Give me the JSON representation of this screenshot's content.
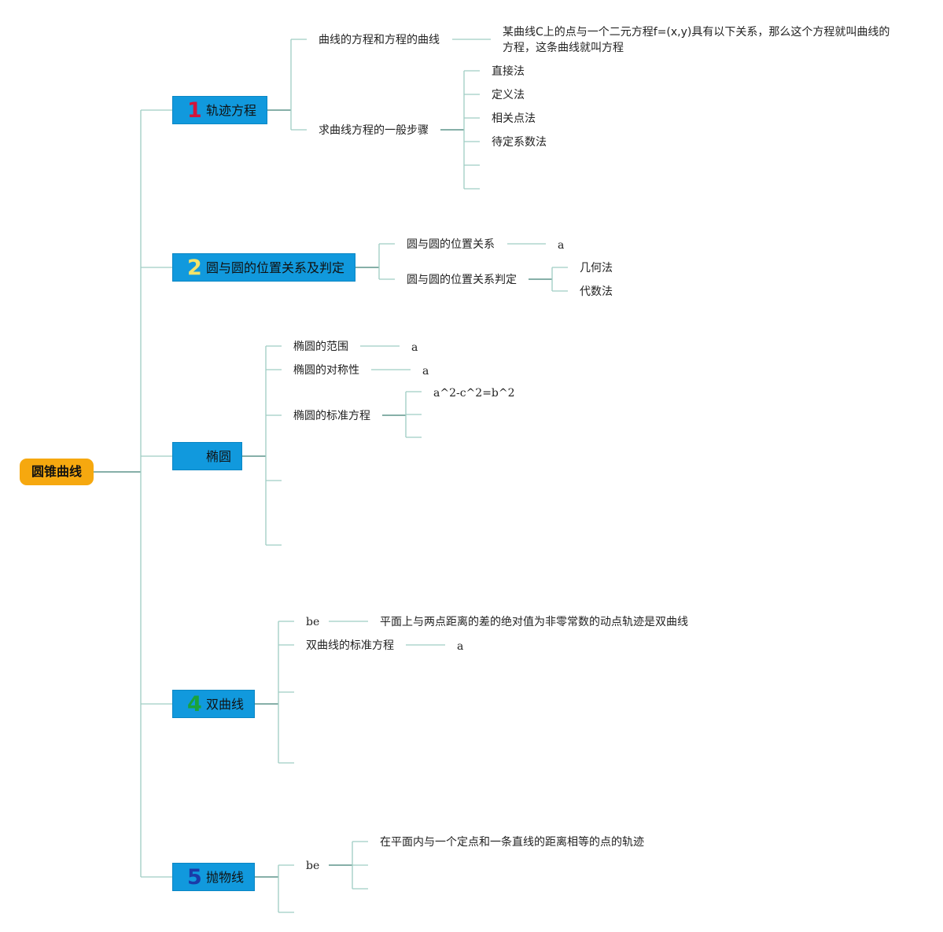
{
  "root": {
    "label": "圆锥曲线"
  },
  "branches": [
    {
      "number": "1",
      "number_color": "#d3143a",
      "label": "轨迹方程",
      "items": [
        {
          "label": "曲线的方程和方程的曲线",
          "description": "某曲线C上的点与一个二元方程f=(x,y)具有以下关系，那么这个方程就叫曲线的方程，这条曲线就叫方程"
        },
        {
          "label": "求曲线方程的一般步骤",
          "methods": [
            "直接法",
            "定义法",
            "相关点法",
            "待定系数法"
          ]
        }
      ]
    },
    {
      "number": "2",
      "number_color": "#f2e36a",
      "label": "圆与圆的位置关系及判定",
      "items": [
        {
          "label": "圆与圆的位置关系",
          "value": "a"
        },
        {
          "label": "圆与圆的位置关系判定",
          "methods": [
            "几何法",
            "代数法"
          ]
        }
      ]
    },
    {
      "number": "",
      "number_color": "#1199dd",
      "label": "椭圆",
      "items": [
        {
          "label": "椭圆的范围",
          "value": "a"
        },
        {
          "label": "椭圆的对称性",
          "value": "a"
        },
        {
          "label": "椭圆的标准方程",
          "value": "a^2-c^2=b^2"
        }
      ]
    },
    {
      "number": "4",
      "number_color": "#1aa33a",
      "label": "双曲线",
      "items": [
        {
          "label": "be",
          "description": "平面上与两点距离的差的绝对值为非零常数的动点轨迹是双曲线"
        },
        {
          "label": "双曲线的标准方程",
          "value": "a"
        }
      ]
    },
    {
      "number": "5",
      "number_color": "#1b3aa8",
      "label": "抛物线",
      "items": [
        {
          "label": "be",
          "description": "在平面内与一个定点和一条直线的距离相等的点的轨迹"
        }
      ]
    }
  ],
  "colors": {
    "root": "#f6a80f",
    "branch": "#1199dd",
    "line_dark": "#3f7f73",
    "line_light": "#9fcdc3"
  }
}
